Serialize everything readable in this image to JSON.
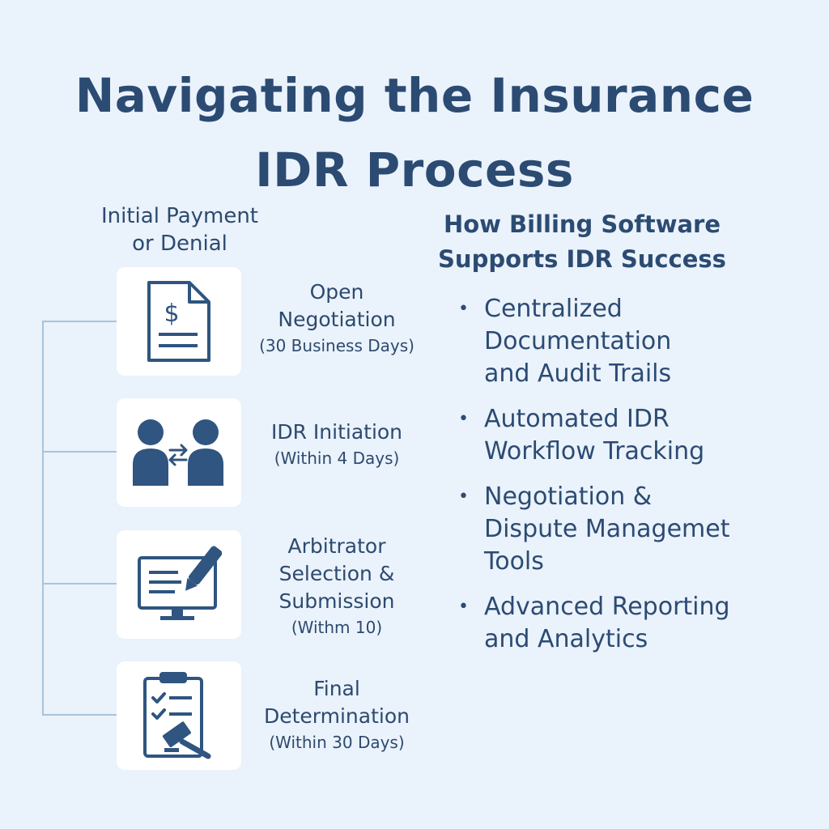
{
  "title": {
    "line1": "Navigating the Insurance",
    "line2": "IDR Process"
  },
  "start_label": {
    "line1": "Initial Payment",
    "line2": "or Denial"
  },
  "steps": [
    {
      "icon": "invoice-document-icon",
      "title_lines": [
        "Open",
        "Negotiation"
      ],
      "sub": "(30 Business Days)"
    },
    {
      "icon": "people-exchange-icon",
      "title_lines": [
        "IDR Initiation"
      ],
      "sub": "(Within 4 Days)"
    },
    {
      "icon": "monitor-pen-icon",
      "title_lines": [
        "Arbitrator",
        "Selection &",
        "Submission"
      ],
      "sub": "(Withm 10)"
    },
    {
      "icon": "clipboard-gavel-icon",
      "title_lines": [
        "Final",
        "Determination"
      ],
      "sub": "(Within 30 Days)"
    }
  ],
  "benefits_heading": {
    "line1": "How Billing Software",
    "line2": "Supports IDR Success"
  },
  "benefits": [
    {
      "lines": [
        "Centralized",
        "Documentation",
        "and Audit Trails"
      ]
    },
    {
      "lines": [
        "Automated IDR",
        "Workflow Tracking"
      ]
    },
    {
      "lines": [
        "Negotiation &",
        "Dispute Managemet",
        "Tools"
      ]
    },
    {
      "lines": [
        "Advanced Reporting",
        "and Analytics"
      ]
    }
  ],
  "colors": {
    "background": "#eaf2fb",
    "primary_text": "#2c4b72",
    "icon": "#2f5580",
    "connector": "#a9c3dd",
    "card": "#ffffff"
  }
}
